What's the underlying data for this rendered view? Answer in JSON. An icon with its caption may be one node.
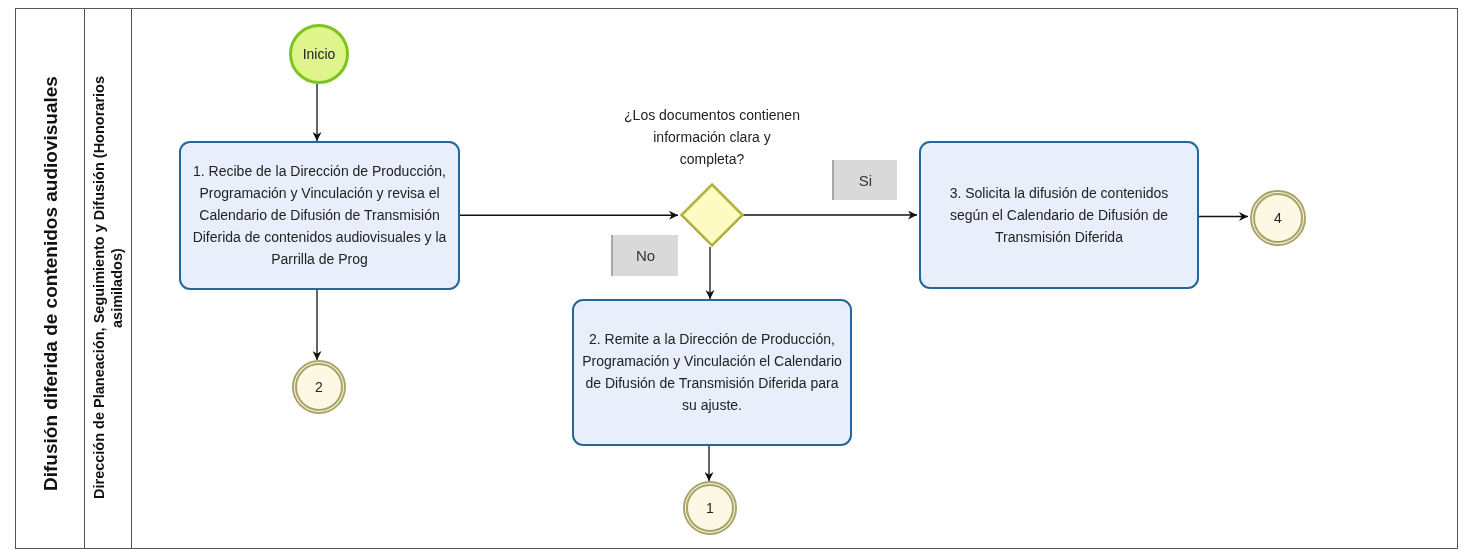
{
  "diagram": {
    "nodes": [
      {
        "text": [
          "Difusión diferida de contenidos audiovisuales"
        ]
      },
      {
        "text": [
          "Dirección de Planeación, Seguimiento y Difusión (Honorarios asimilados)"
        ],
        "in": 0
      },
      {
        "text": [
          "Inicio"
        ],
        "in": 1
      },
      {
        "text": [
          "1. Recibe de la Dirección de Producción, Programación y Vinculación  y revisa el Calendario de Difusión de Transmisión Diferida de contenidos audiovisuales y  la Parrilla de Prog"
        ],
        "in": 1
      },
      {
        "text": [
          "¿Los documentos contienen información clara y completa?"
        ],
        "in": 1
      },
      {
        "text": [
          "3. Solicita la  difusión de contenidos según el Calendario de Difusión de Transmisión Diferida"
        ],
        "in": 1
      },
      {
        "text": [
          "4"
        ],
        "in": 1
      },
      {
        "text": [
          "2"
        ],
        "in": 1
      },
      {
        "text": [
          "2. Remite a la Dirección de Producción, Programación y Vinculación el Calendario de Difusión de Transmisión Diferida para su ajuste."
        ],
        "in": 1
      },
      {
        "text": [
          "1"
        ],
        "in": 1
      }
    ],
    "edges": [
      {
        "from": 2,
        "to": 3,
        "arrow": "to"
      },
      {
        "from": 3,
        "to": 4,
        "arrow": "to"
      },
      {
        "from": 4,
        "to": 5,
        "arrow": "to",
        "label": "Si"
      },
      {
        "from": 5,
        "to": 6,
        "arrow": "to"
      },
      {
        "from": 3,
        "to": 7,
        "arrow": "to"
      },
      {
        "from": 4,
        "to": 8,
        "arrow": "to",
        "label": "No"
      },
      {
        "from": 8,
        "to": 9,
        "arrow": "to"
      }
    ]
  }
}
